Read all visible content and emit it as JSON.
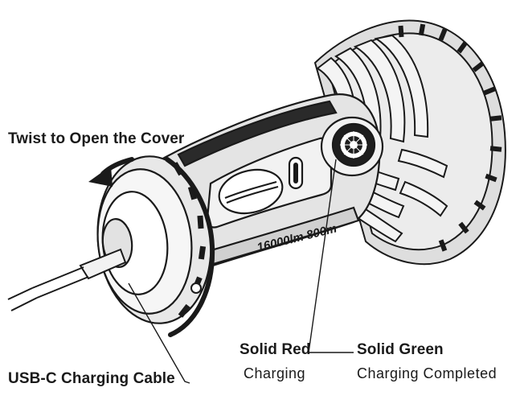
{
  "labels": {
    "twist": "Twist to Open the Cover",
    "usb": "USB-C Charging Cable",
    "red_title": "Solid Red",
    "red_desc": "Charging",
    "green_title": "Solid Green",
    "green_desc": "Charging Completed",
    "engraving": "16000lm 800m"
  },
  "colors": {
    "ink": "#1a1a1a",
    "body_fill": "#e6e6e6",
    "panel_fill": "#f2f2f2",
    "dark_fill": "#2a2a2a"
  }
}
